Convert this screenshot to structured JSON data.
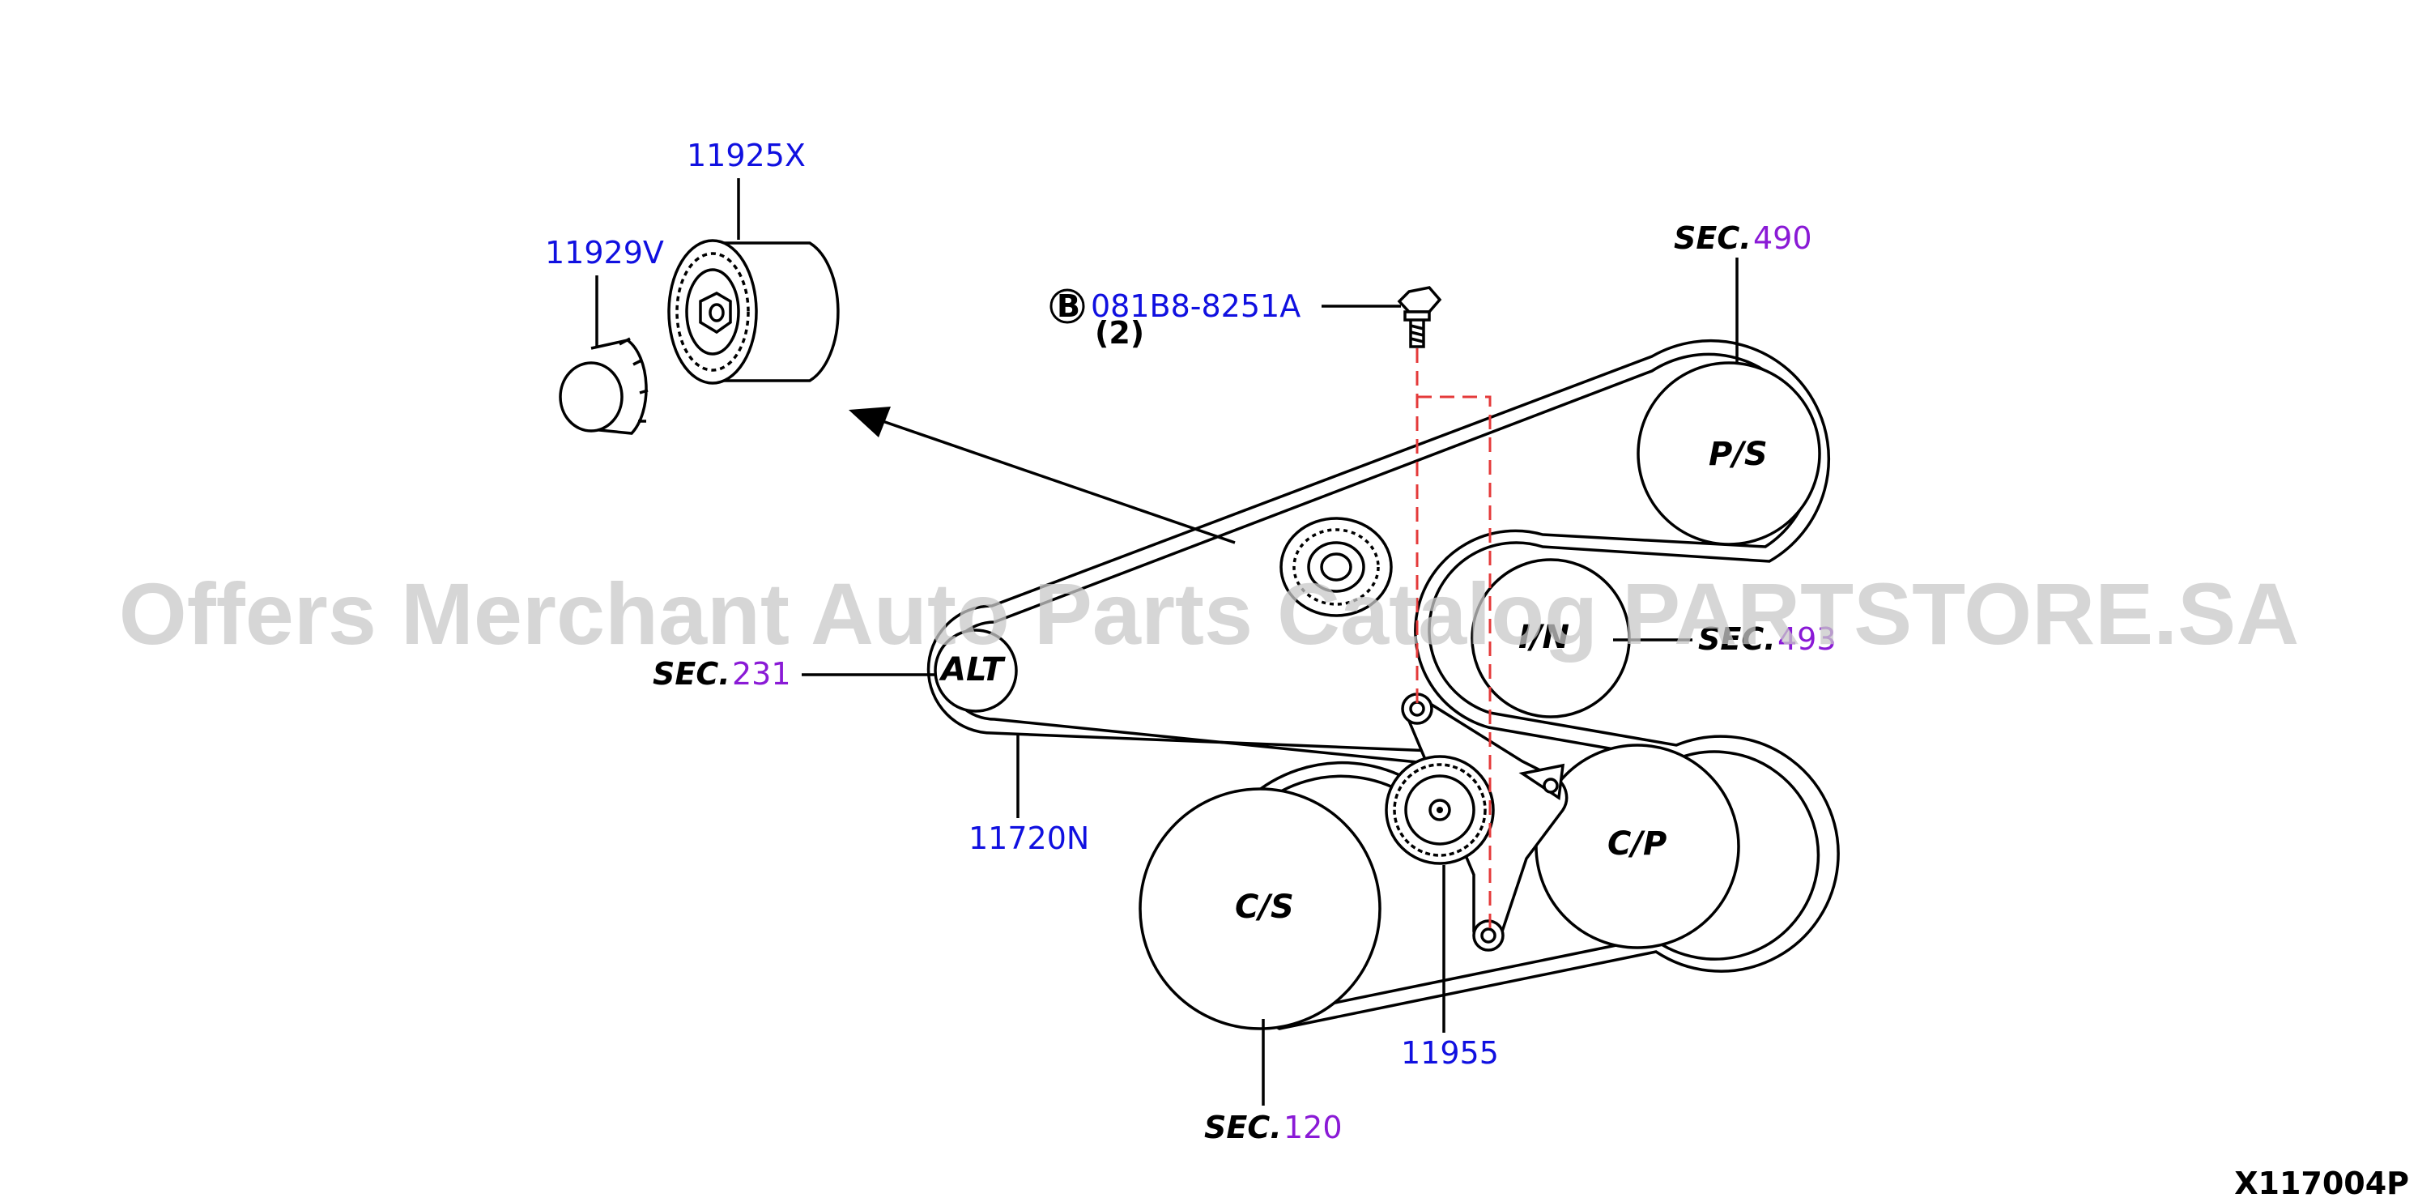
{
  "diagram": {
    "figure_code": "X117004P",
    "watermark": "Offers Merchant Auto Parts Catalog PARTSTORE.SA",
    "part_numbers": {
      "pulley": "11925X",
      "cap": "11929V",
      "bolt": "081B8-8251A",
      "bolt_qty": "(2)",
      "bolt_marker": "B",
      "belt": "11720N",
      "tensioner": "11955"
    },
    "components": {
      "ps": "P/S",
      "in": "I/N",
      "alt": "ALT",
      "cp": "C/P",
      "cs": "C/S"
    },
    "section_refs": [
      {
        "prefix": "SEC.",
        "number": "490"
      },
      {
        "prefix": "SEC.",
        "number": "493"
      },
      {
        "prefix": "SEC.",
        "number": "231"
      },
      {
        "prefix": "SEC.",
        "number": "120"
      }
    ],
    "colors": {
      "part_number": "#1010e0",
      "section_number": "#8a1ad6",
      "hidden_line": "#e43a3a",
      "watermark": "#c9c9c9"
    }
  }
}
